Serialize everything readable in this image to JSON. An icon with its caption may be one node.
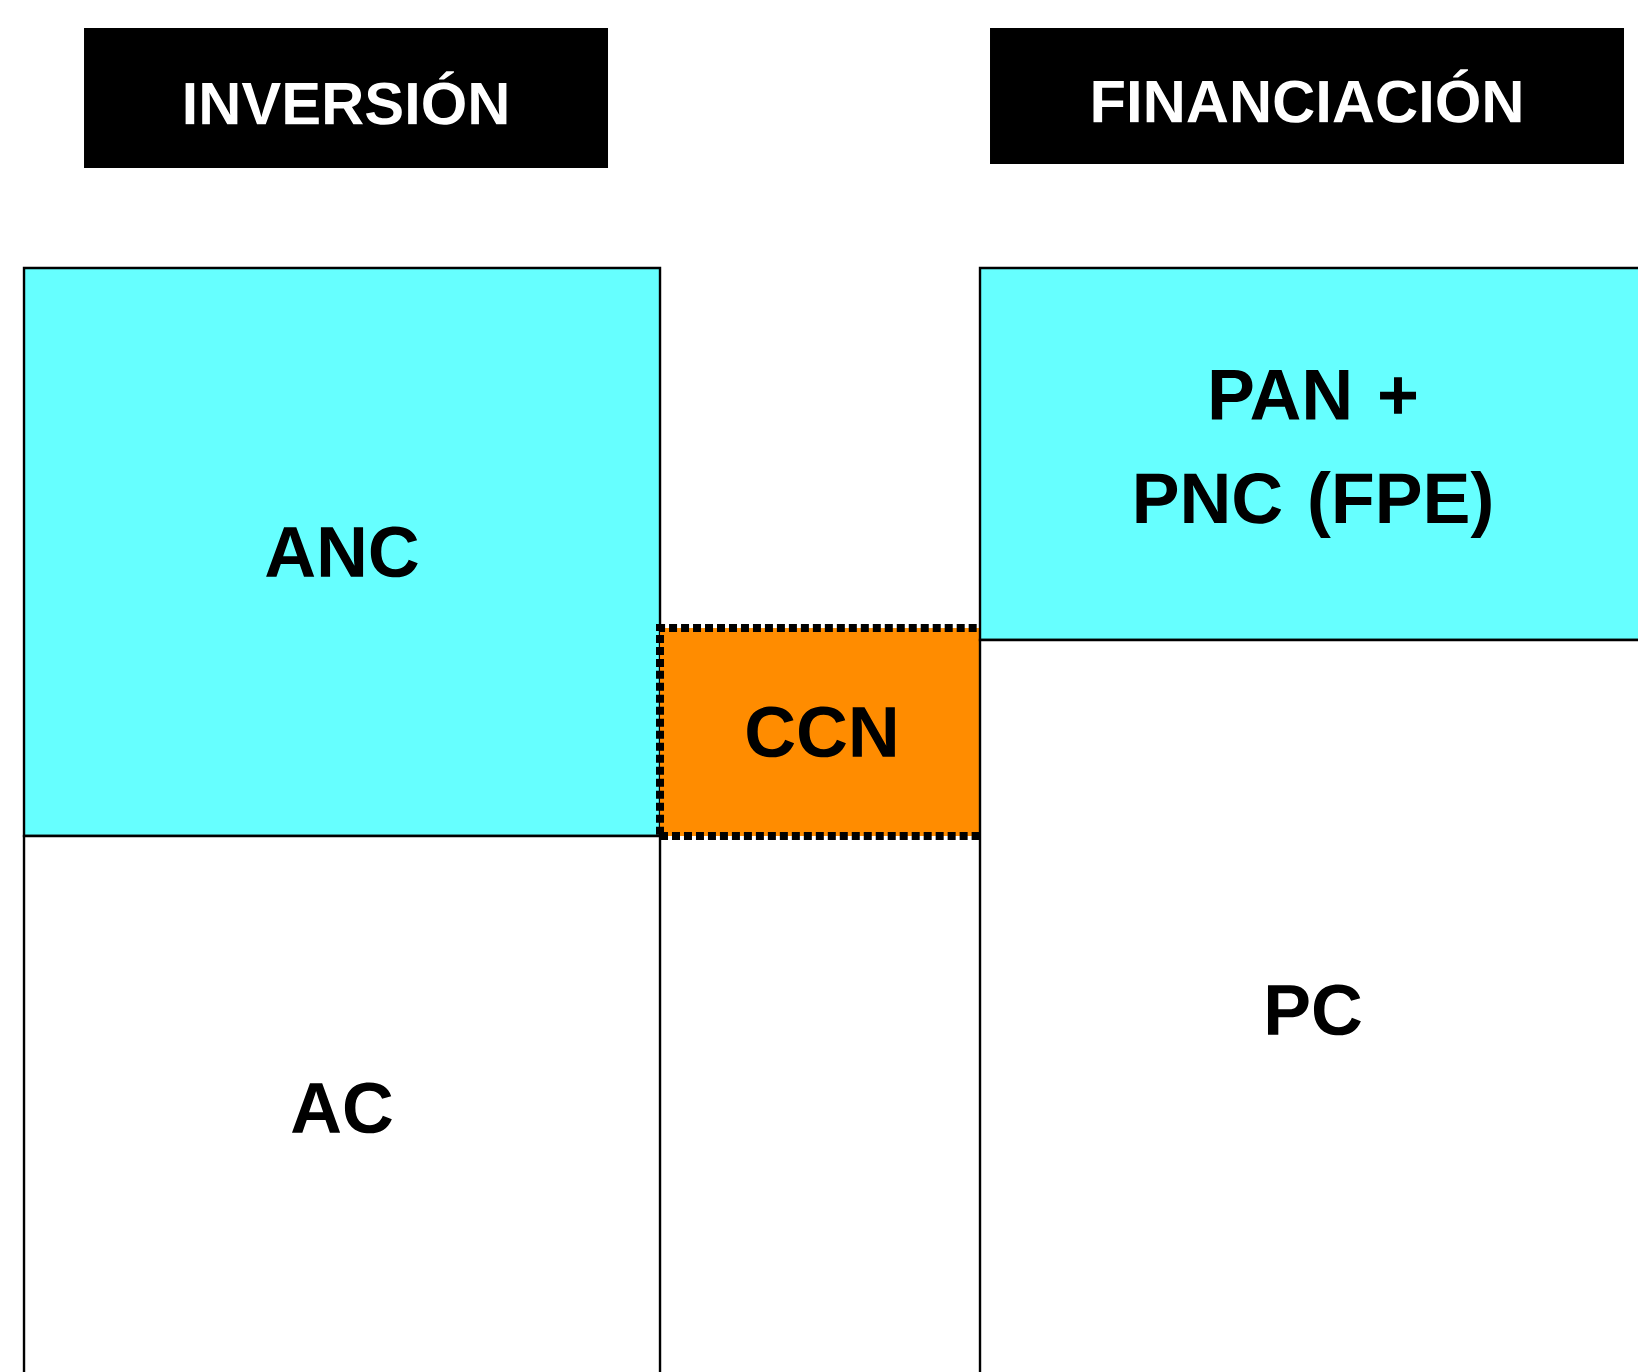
{
  "diagram": {
    "nodes": [
      {
        "text": [
          "INVERSIÓN"
        ]
      },
      {
        "text": [
          "FINANCIACIÓN"
        ]
      },
      {
        "text": [
          "ANC"
        ]
      },
      {
        "text": [
          "AC"
        ]
      },
      {
        "text": [
          "CCN"
        ]
      },
      {
        "text": [
          "PAN + PNC (FPE)"
        ]
      },
      {
        "text": [
          "PC"
        ]
      }
    ]
  }
}
